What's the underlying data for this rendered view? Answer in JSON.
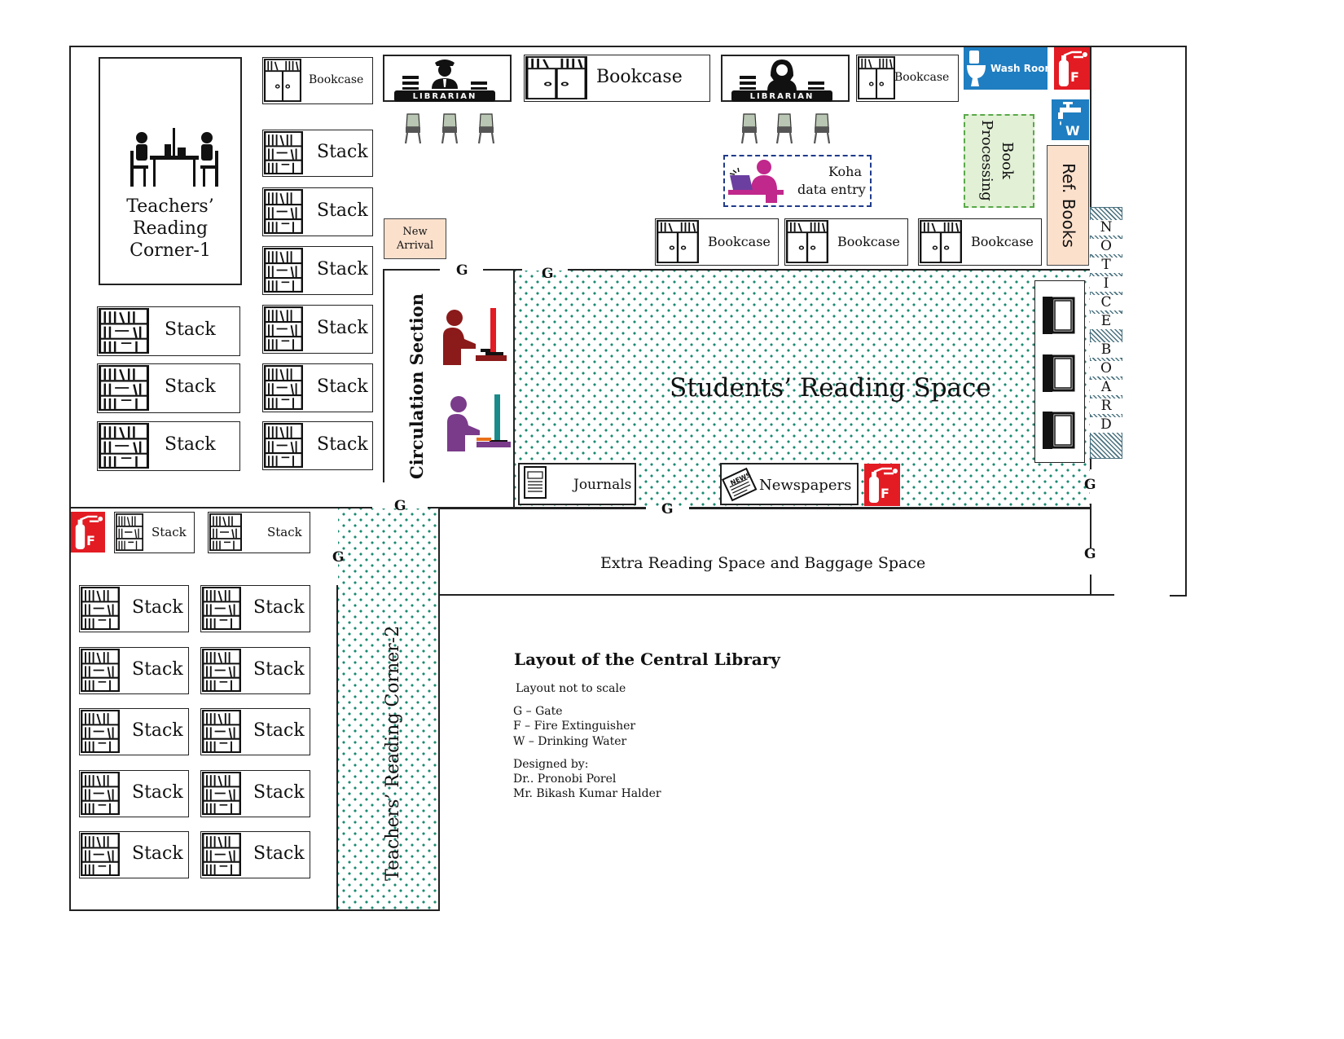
{
  "diagram": {
    "title": "Layout of the Central Library",
    "scale_note": "Layout not to scale",
    "legend": [
      "G – Gate",
      "F – Fire Extinguisher",
      "W – Drinking Water"
    ],
    "designed_by_label": "Designed by:",
    "designers": [
      "Dr.. Pronobi Porel",
      "Mr. Bikash Kumar Halder"
    ],
    "areas": {
      "teachers_corner_1": [
        "Teachers’",
        "Reading",
        "Corner-1"
      ],
      "circulation": "Circulation Section",
      "students_space": "Students’ Reading Space",
      "extra_space": "Extra Reading Space and Baggage Space",
      "teachers_corner_2": "Teachers’ Reading Corner-2",
      "notice_board": "NOTICE BOARD",
      "ref_books": "Ref. Books",
      "book_processing": [
        "Book",
        "Processing"
      ],
      "koha": [
        "Koha",
        "data entry"
      ],
      "new_arrival": [
        "New",
        "Arrival"
      ],
      "journals": "Journals",
      "newspapers": "Newspapers",
      "washroom": "Wash Room",
      "librarian": "LIBRARIAN",
      "gate": "G",
      "fire": "F",
      "water": "W",
      "news_icon_text": "NEWS"
    },
    "shelf": {
      "stack": "Stack",
      "bookcase": "Bookcase"
    },
    "colors": {
      "dots": "#1a8a72",
      "fire": "#e31b23",
      "washroom": "#1f7ec1",
      "book_processing": "#5aa84a",
      "ref_books": "#fbe0cc",
      "koha": "#c0288b",
      "circ_person_1": "#8b1a1a",
      "circ_person_2": "#7a3b8a"
    }
  }
}
